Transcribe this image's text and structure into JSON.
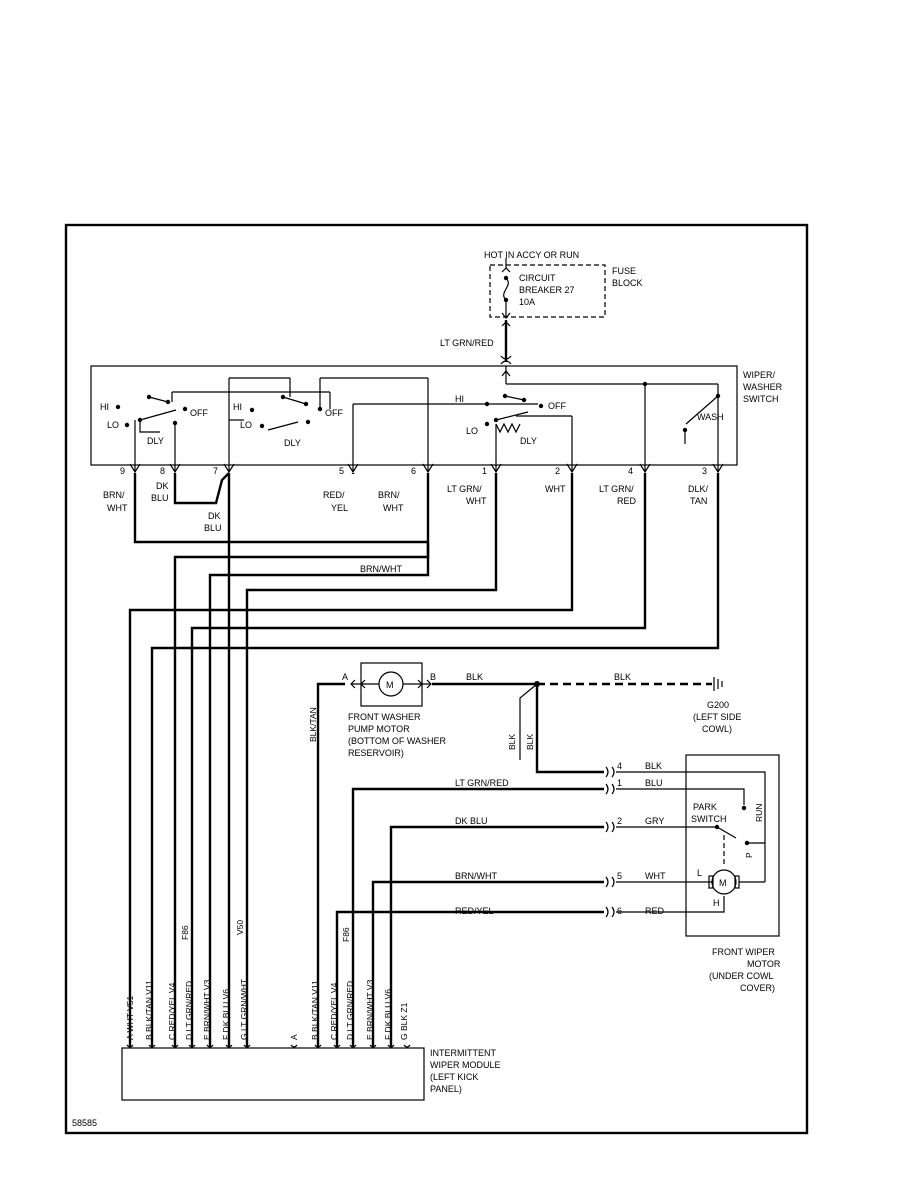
{
  "figure_id": "58585",
  "power": {
    "label": "HOT IN ACCY OR RUN"
  },
  "fuse_block": {
    "label": [
      "FUSE",
      "BLOCK"
    ]
  },
  "circuit_breaker": {
    "label": [
      "CIRCUIT",
      "BREAKER 27",
      "10A"
    ]
  },
  "feed_wire": {
    "label": "LT GRN/RED"
  },
  "wiper_switch": {
    "label": [
      "WIPER/",
      "WASHER",
      "SWITCH"
    ],
    "contacts": {
      "hi": "HI",
      "lo": "LO",
      "off": "OFF",
      "dly": "DLY",
      "wash": "WASH"
    },
    "pins": [
      {
        "num": "9",
        "wire": [
          "BRN/",
          "WHT"
        ]
      },
      {
        "num": "8",
        "wire": [
          "DK",
          "BLU"
        ]
      },
      {
        "num": "7",
        "wire": [
          "DK",
          "BLU"
        ]
      },
      {
        "num": "5",
        "wire": [
          "RED/",
          "YEL"
        ]
      },
      {
        "num": "6",
        "wire": [
          "BRN/",
          "WHT"
        ]
      },
      {
        "num": "1",
        "wire": [
          "LT GRN/",
          "WHT"
        ]
      },
      {
        "num": "2",
        "wire": [
          "WHT"
        ]
      },
      {
        "num": "4",
        "wire": [
          "LT GRN/",
          "RED"
        ]
      },
      {
        "num": "3",
        "wire": [
          "DLK/",
          "TAN"
        ]
      }
    ]
  },
  "bus_label": "BRN/WHT",
  "washer_pump": {
    "label": [
      "FRONT WASHER",
      "PUMP MOTOR",
      "(BOTTOM OF WASHER",
      "RESERVOIR)"
    ],
    "pin_a": "A",
    "pin_b": "B",
    "motor": "M",
    "wire_a": "BLK/TAN",
    "wire_b": "BLK"
  },
  "ground": {
    "id": "G200",
    "wire": "BLK",
    "label": [
      "(LEFT SIDE",
      "COWL)"
    ]
  },
  "ground_branches": [
    "BLK",
    "BLK"
  ],
  "wiper_motor": {
    "label": [
      "FRONT WIPER",
      "MOTOR",
      "(UNDER COWL",
      "COVER)"
    ],
    "park_switch": [
      "PARK",
      "SWITCH"
    ],
    "run": "RUN",
    "p": "P",
    "l": "L",
    "h": "H",
    "motor": "M",
    "pins": [
      {
        "num": "4",
        "wire": "BLK"
      },
      {
        "num": "1",
        "wire": "BLU"
      },
      {
        "num": "2",
        "wire": "GRY"
      },
      {
        "num": "5",
        "wire": "WHT"
      },
      {
        "num": "6",
        "wire": "RED"
      }
    ],
    "feeds": [
      "LT GRN/RED",
      "DK BLU",
      "BRN/WHT",
      "RED/YEL"
    ]
  },
  "module": {
    "label": [
      "INTERMITTENT",
      "WIPER MODULE",
      "(LEFT KICK",
      "PANEL)"
    ],
    "left_pins": [
      {
        "text": "A  WHT   V51",
        "circuit": ""
      },
      {
        "text": "B  BLK/TAN   V11",
        "circuit": ""
      },
      {
        "text": "C  RED/YEL   V4",
        "circuit": ""
      },
      {
        "text": "D  LT GRN/RED",
        "circuit": "F86"
      },
      {
        "text": "E  BRN/WHT   V3",
        "circuit": ""
      },
      {
        "text": "F  DK BLU   V6",
        "circuit": ""
      },
      {
        "text": "G  LT GRN/WHT",
        "circuit": "V50"
      }
    ],
    "right_pins": [
      {
        "text": "A",
        "circuit": ""
      },
      {
        "text": "B  BLK/TAN   V11",
        "circuit": ""
      },
      {
        "text": "C  RED/YEL   V4",
        "circuit": ""
      },
      {
        "text": "D  LT GRN/RED",
        "circuit": "F86"
      },
      {
        "text": "E  BRN/WHT   V3",
        "circuit": ""
      },
      {
        "text": "F  DK BLU   V6",
        "circuit": ""
      },
      {
        "text": "G  BLK   Z1",
        "circuit": ""
      }
    ]
  }
}
